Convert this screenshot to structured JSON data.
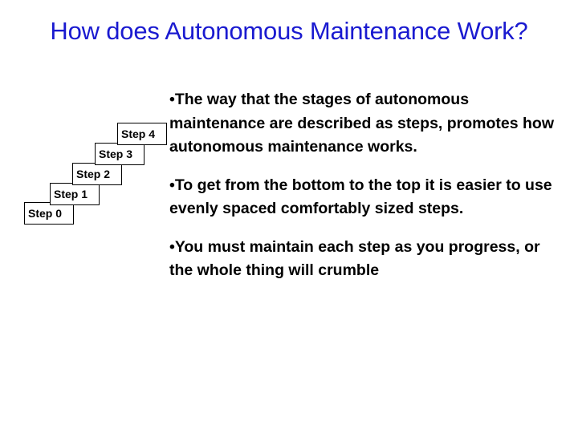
{
  "slide": {
    "title": "How does Autonomous Maintenance Work?",
    "title_color": "#1a1ad0",
    "background_color": "#ffffff",
    "text_color": "#000000"
  },
  "staircase": {
    "name": "autonomous-maintenance-steps",
    "box_border_color": "#000000",
    "box_fill_color": "#ffffff",
    "steps": [
      {
        "label": "Step 0"
      },
      {
        "label": "Step 1"
      },
      {
        "label": "Step 2"
      },
      {
        "label": "Step 3"
      },
      {
        "label": "Step 4"
      }
    ]
  },
  "body": {
    "bullet_glyph": "•",
    "bullets": [
      {
        "text": "The way that the stages of autonomous maintenance are described as steps, promotes how autonomous maintenance works."
      },
      {
        "text": "To get from the bottom to the top it is easier to use evenly spaced comfortably sized steps."
      },
      {
        "text": "You must maintain each step as you progress, or the whole thing will crumble"
      }
    ]
  }
}
